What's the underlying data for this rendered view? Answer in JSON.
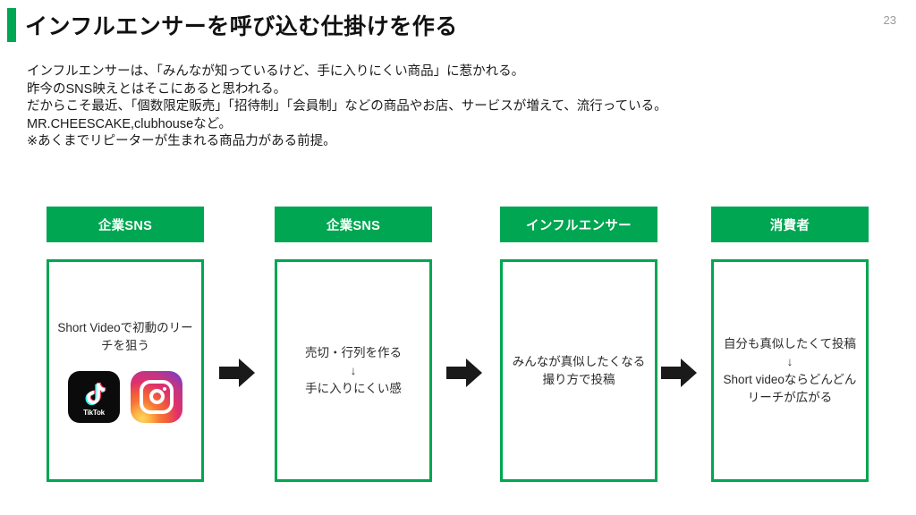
{
  "slide": {
    "title": "インフルエンサーを呼び込む仕掛けを作る",
    "page_number": "23",
    "accent_color": "#00a651",
    "arrow_color": "#1a1a1a"
  },
  "body_copy": {
    "line1": "インフルエンサーは、「みんなが知っているけど、手に入りにくい商品」に惹かれる。",
    "line2": "昨今のSNS映えとはそこにあると思われる。",
    "line3": "だからこそ最近、「個数限定販売」「招待制」「会員制」などの商品やお店、サービスが増えて、流行っている。",
    "line4": "MR.CHEESCAKE,clubhouseなど。",
    "line5": "※あくまでリピーターが生まれる商品力がある前提。"
  },
  "flow": {
    "columns": [
      {
        "header": "企業SNS",
        "text": "Short Videoで初動のリーチを狙う",
        "logos": [
          "tiktok-logo",
          "instagram-logo"
        ],
        "tiktok_wordmark": "TikTok"
      },
      {
        "header": "企業SNS",
        "text": "売切・行列を作る\n↓\n手に入りにくい感",
        "logos": []
      },
      {
        "header": "インフルエンサー",
        "text": "みんなが真似したくなる撮り方で投稿",
        "logos": []
      },
      {
        "header": "消費者",
        "text": "自分も真似したくて投稿\n↓\nShort videoならどんどんリーチが広がる",
        "logos": []
      }
    ],
    "arrows": [
      "arrow-right-icon",
      "arrow-right-icon",
      "arrow-right-icon"
    ]
  }
}
